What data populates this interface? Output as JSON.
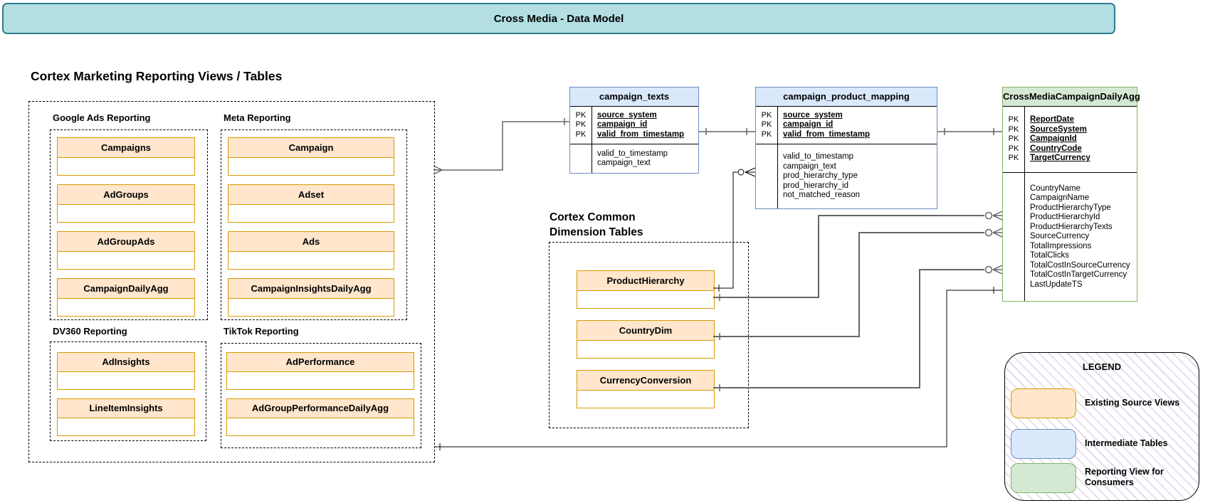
{
  "banner": {
    "title": "Cross Media - Data Model"
  },
  "marketing_section": {
    "title": "Cortex Marketing Reporting Views / Tables",
    "groups": [
      {
        "label": "Google Ads Reporting",
        "entities": [
          "Campaigns",
          "AdGroups",
          "AdGroupAds",
          "CampaignDailyAgg"
        ]
      },
      {
        "label": "Meta Reporting",
        "entities": [
          "Campaign",
          "Adset",
          "Ads",
          "CampaignInsightsDailyAgg"
        ]
      },
      {
        "label": "DV360 Reporting",
        "entities": [
          "AdInsights",
          "LineItemInsights"
        ]
      },
      {
        "label": "TikTok Reporting",
        "entities": [
          "AdPerformance",
          "AdGroupPerformanceDailyAgg"
        ]
      }
    ]
  },
  "dimension_section": {
    "title_line1": "Cortex Common",
    "title_line2": "Dimension Tables",
    "entities": [
      "ProductHierarchy",
      "CountryDim",
      "CurrencyConversion"
    ]
  },
  "tables": {
    "campaign_texts": {
      "title": "campaign_texts",
      "pk_label": "PK",
      "pk_fields": [
        "source_system",
        "campaign_id",
        "valid_from_timestamp"
      ],
      "fields": [
        "valid_to_timestamp",
        "campaign_text"
      ]
    },
    "campaign_product_mapping": {
      "title": "campaign_product_mapping",
      "pk_label": "PK",
      "pk_fields": [
        "source_system",
        "campaign_id",
        "valid_from_timestamp"
      ],
      "fields": [
        "valid_to_timestamp",
        "campaign_text",
        "prod_hierarchy_type",
        "prod_hierarchy_id",
        "not_matched_reason"
      ]
    },
    "daily_agg": {
      "title": "CrossMediaCampaignDailyAgg",
      "pk_label": "PK",
      "pk_fields": [
        "ReportDate",
        "SourceSystem",
        "CampaignId",
        "CountryCode",
        "TargetCurrency"
      ],
      "fields": [
        "CountryName",
        "CampaignName",
        "ProductHierarchyType",
        "ProductHierarchyId",
        "ProductHierarchyTexts",
        "SourceCurrency",
        "TotalImpressions",
        "TotalClicks",
        "TotalCostInSourceCurrency",
        "TotalCostInTargetCurrency",
        "LastUpdateTS"
      ]
    }
  },
  "legend": {
    "title": "LEGEND",
    "items": [
      {
        "label": "Existing Source Views",
        "fill": "#ffe6cc",
        "border": "#d79b00"
      },
      {
        "label": "Intermediate Tables",
        "fill": "#dae8fc",
        "border": "#6c8ebf"
      },
      {
        "label": "Reporting View for Consumers",
        "fill": "#d5e8d4",
        "border": "#82b366"
      }
    ]
  },
  "colors": {
    "banner_fill": "#b3dfe3",
    "banner_border": "#2e7e8c",
    "source_fill": "#ffe6cc",
    "source_border": "#d79b00",
    "intermediate_fill": "#dae8fc",
    "intermediate_border": "#6c8ebf",
    "reporting_fill": "#d5e8d4",
    "reporting_border": "#82b366"
  }
}
